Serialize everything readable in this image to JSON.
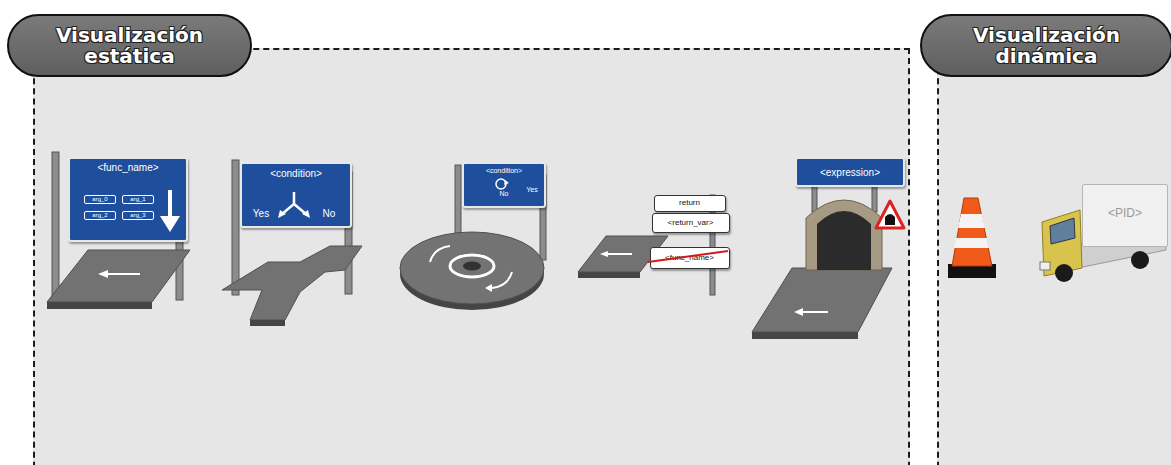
{
  "diagram": {
    "nodes": [
      {
        "text": [
          "Visualización estática"
        ]
      },
      {
        "text": [
          "<func_name>",
          "arg_0",
          "arg_1",
          "arg_2",
          "arg_3"
        ],
        "in": 0
      },
      {
        "text": [
          "<condition>",
          "Yes",
          "No"
        ],
        "in": 0
      },
      {
        "text": [
          "<condition>",
          "No",
          "Yes"
        ],
        "in": 0
      },
      {
        "text": [
          "return"
        ],
        "in": 0
      },
      {
        "text": [
          "<return_var>"
        ],
        "in": 0
      },
      {
        "text": [
          "<func_name>"
        ],
        "in": 0
      },
      {
        "text": [
          "<expression>"
        ],
        "in": 0
      },
      {
        "text": [
          "Visualización dinámica"
        ]
      },
      {
        "text": [
          "<PID>"
        ],
        "in": 8
      }
    ]
  }
}
